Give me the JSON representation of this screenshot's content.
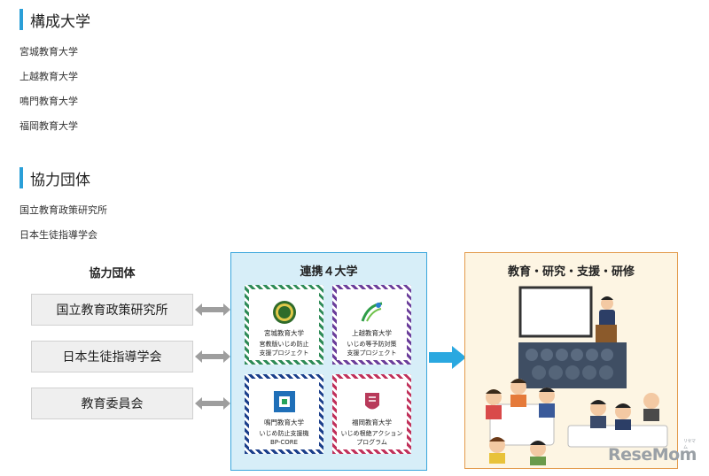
{
  "sections": {
    "member_universities": {
      "heading": "構成大学",
      "items": [
        "宮城教育大学",
        "上越教育大学",
        "鳴門教育大学",
        "福岡教育大学"
      ]
    },
    "cooperating_orgs": {
      "heading": "協力団体",
      "items": [
        "国立教育政策研究所",
        "日本生徒指導学会"
      ]
    }
  },
  "diagram": {
    "left_title": "協力団体",
    "orgs": [
      "国立教育政策研究所",
      "日本生徒指導学会",
      "教育委員会"
    ],
    "center_title": "連携４大学",
    "universities": [
      {
        "name": "宮城教育大学",
        "project_line1": "宮教版いじめ防止",
        "project_line2": "支援プロジェクト"
      },
      {
        "name": "上越教育大学",
        "project_line1": "いじめ等予防対策",
        "project_line2": "支援プロジェクト"
      },
      {
        "name": "鳴門教育大学",
        "project_line1": "いじめ防止支援機",
        "project_line2": "BP-CORE"
      },
      {
        "name": "福岡教育大学",
        "project_line1": "いじめ根絶アクション",
        "project_line2": "プログラム"
      }
    ],
    "right_title": "教育・研究・支援・研修"
  },
  "watermark": {
    "text": "ReseMom",
    "small": "リセマム"
  },
  "colors": {
    "accent": "#2a9fd8",
    "panel_blue": "#d7eef8",
    "panel_orange": "#fdf5e3",
    "arrow": "#2aa8e0"
  }
}
